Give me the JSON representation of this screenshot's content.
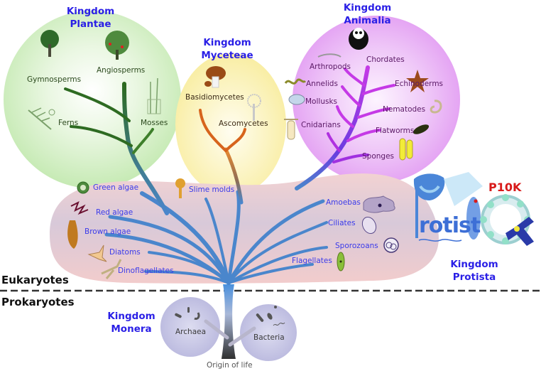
{
  "title": "Tree of life: kingdoms of living organisms",
  "colors": {
    "kingdom_title": "#2a1fe6",
    "p10k": "#d81a1a",
    "plantae_bg": "#cfeec0",
    "myceteae_bg": "#fbf1b0",
    "animalia_bg": "#e8a8f5",
    "protista_bg": "#f0c8c8",
    "monera_bg": "#c9c8e6",
    "plant_branch": "#2e6b22",
    "fungi_branch": "#d7641c",
    "animal_branch": "#c414e8",
    "protist_branch": "#4a86cc",
    "trunk": "#444444"
  },
  "kingdoms": {
    "plantae": {
      "line1": "Kingdom",
      "line2": "Plantae"
    },
    "myceteae": {
      "line1": "Kingdom",
      "line2": "Myceteae"
    },
    "animalia": {
      "line1": "Kingdom",
      "line2": "Animalia"
    },
    "protista": {
      "line1": "Kingdom",
      "line2": "Protista"
    },
    "monera": {
      "line1": "Kingdom",
      "line2": "Monera"
    }
  },
  "plantae": [
    "Gymnosperms",
    "Angiosperms",
    "Ferns",
    "Mosses"
  ],
  "myceteae": [
    "Basidiomycetes",
    "Ascomycetes"
  ],
  "animalia": [
    "Arthropods",
    "Chordates",
    "Annelids",
    "Echinoderms",
    "Mollusks",
    "Nematodes",
    "Cnidarians",
    "Flatworms",
    "Sponges"
  ],
  "protista": [
    "Green algae",
    "Slime molds",
    "Red algae",
    "Brown algae",
    "Diatoms",
    "Dinoflagellates",
    "Amoebas",
    "Ciliates",
    "Sporozoans",
    "Flagellates"
  ],
  "monera": [
    "Archaea",
    "Bacteria"
  ],
  "domains": {
    "eukaryotes": "Eukaryotes",
    "prokaryotes": "Prokaryotes"
  },
  "origin": "Origin of life",
  "logo": {
    "word": "rotist",
    "badge": "P10K"
  }
}
